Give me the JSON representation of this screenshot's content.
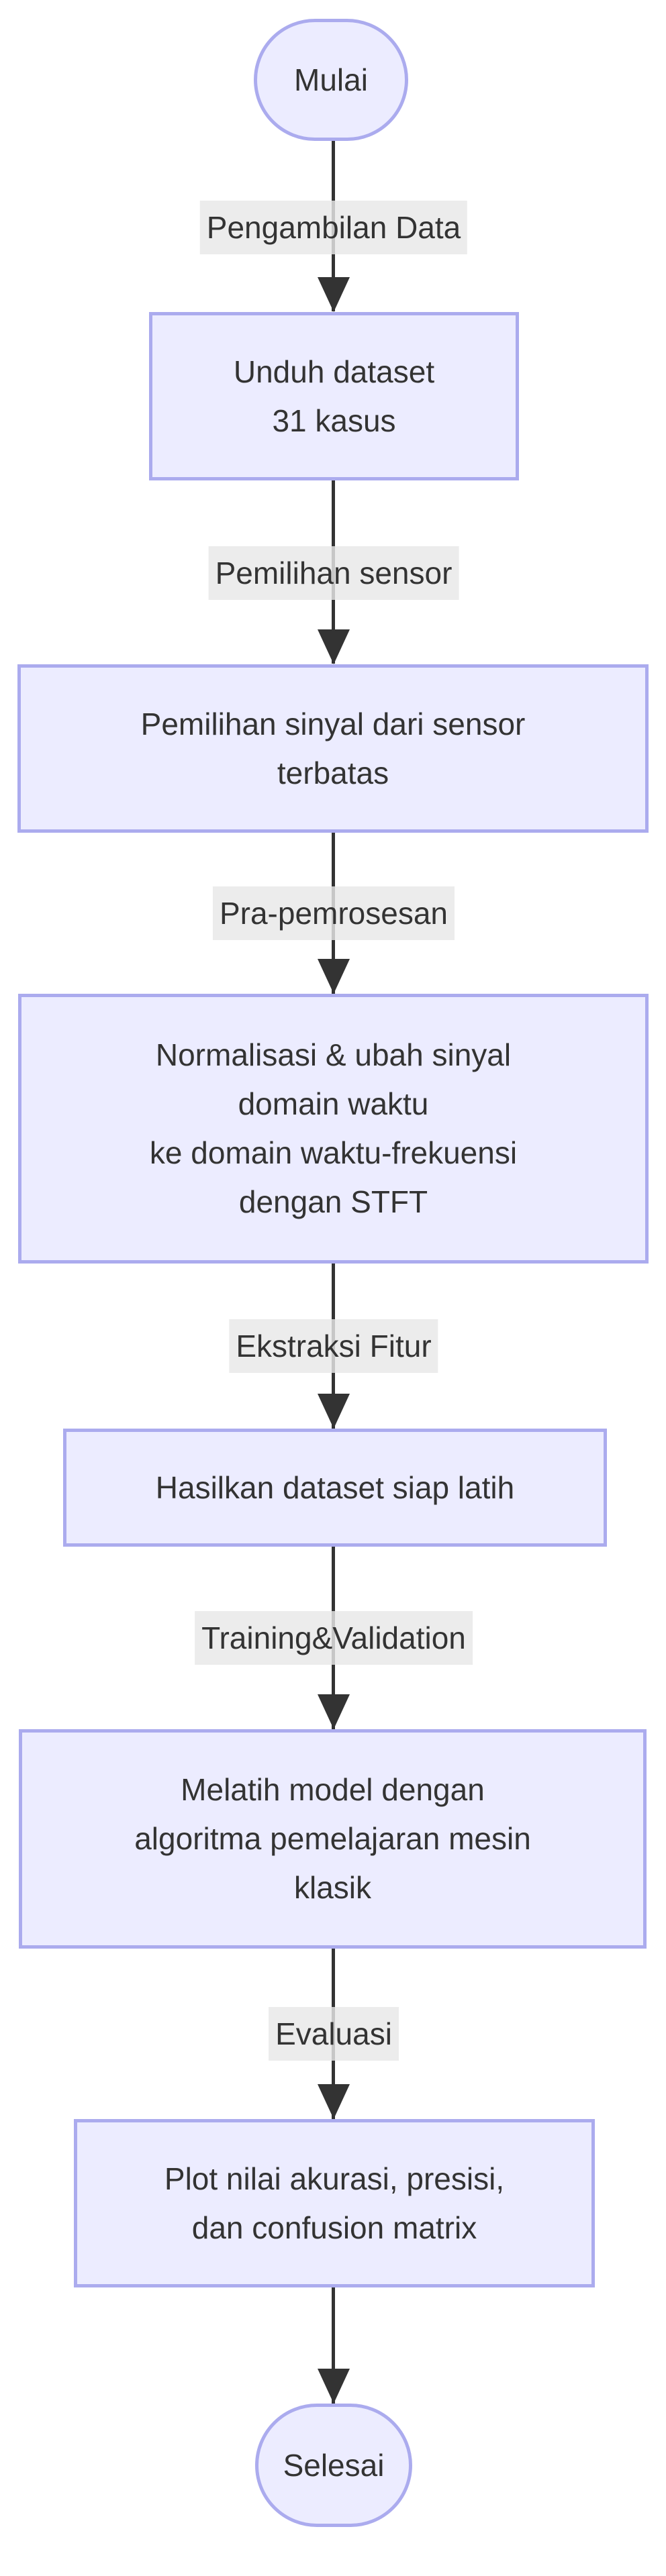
{
  "diagram": {
    "type": "flowchart",
    "direction": "top-down",
    "background": "#FFFFFF",
    "colors": {
      "node_fill": "#ECECFF",
      "node_border": "#ABABEE",
      "edge_label_bg": "#E8E8E8",
      "line": "#333333",
      "text": "#333333"
    },
    "nodes": [
      {
        "id": "mulai",
        "shape": "stadium",
        "lines": [
          "Mulai"
        ]
      },
      {
        "id": "unduh-dataset",
        "shape": "rect",
        "lines": [
          "Unduh dataset",
          "31 kasus"
        ]
      },
      {
        "id": "pemilihan-sinyal",
        "shape": "rect",
        "lines": [
          "Pemilihan sinyal dari sensor",
          "terbatas"
        ]
      },
      {
        "id": "normalisasi-stft",
        "shape": "rect",
        "lines": [
          "Normalisasi & ubah sinyal",
          "domain waktu",
          "ke domain waktu-frekuensi",
          "dengan STFT"
        ]
      },
      {
        "id": "hasilkan-dataset",
        "shape": "rect",
        "lines": [
          "Hasilkan dataset siap latih"
        ]
      },
      {
        "id": "melatih-model",
        "shape": "rect",
        "lines": [
          "Melatih model dengan",
          "algoritma pemelajaran mesin",
          "klasik"
        ]
      },
      {
        "id": "plot-hasil",
        "shape": "rect",
        "lines": [
          "Plot nilai akurasi, presisi,",
          "dan confusion matrix"
        ]
      },
      {
        "id": "selesai",
        "shape": "stadium",
        "lines": [
          "Selesai"
        ]
      }
    ],
    "edges": [
      {
        "from": "mulai",
        "to": "unduh-dataset",
        "label": "Pengambilan Data"
      },
      {
        "from": "unduh-dataset",
        "to": "pemilihan-sinyal",
        "label": "Pemilihan sensor"
      },
      {
        "from": "pemilihan-sinyal",
        "to": "normalisasi-stft",
        "label": "Pra-pemrosesan"
      },
      {
        "from": "normalisasi-stft",
        "to": "hasilkan-dataset",
        "label": "Ekstraksi Fitur"
      },
      {
        "from": "hasilkan-dataset",
        "to": "melatih-model",
        "label": "Training&Validation"
      },
      {
        "from": "melatih-model",
        "to": "plot-hasil",
        "label": "Evaluasi"
      },
      {
        "from": "plot-hasil",
        "to": "selesai"
      }
    ]
  }
}
